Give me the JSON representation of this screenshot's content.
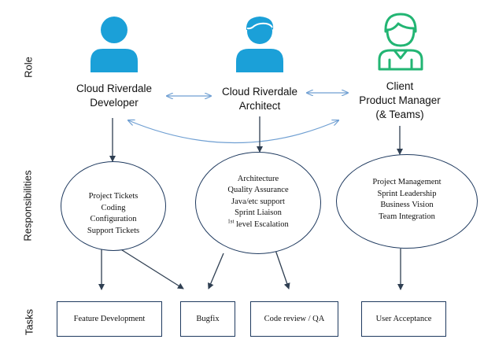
{
  "row_labels": {
    "role": "Role",
    "responsibilities": "Responsibilities",
    "tasks": "Tasks"
  },
  "colors": {
    "blue_person": "#1ba0d8",
    "green_person": "#22b573",
    "outline": "#1f3a5f",
    "arrow": "#2f3f52",
    "bi_arrow": "#6f9fd2"
  },
  "roles": [
    {
      "icon": "person-filled-blue",
      "lines": [
        "Cloud Riverdale",
        "Developer"
      ]
    },
    {
      "icon": "person-filled-blue-hair",
      "lines": [
        "Cloud Riverdale",
        "Architect"
      ]
    },
    {
      "icon": "person-outline-green",
      "lines": [
        "Client",
        "Product Manager",
        "(& Teams)"
      ]
    }
  ],
  "responsibilities": [
    {
      "items": [
        "Project Tickets",
        "Coding",
        "Configuration",
        "Support Tickets"
      ]
    },
    {
      "items": [
        "Architecture",
        "Quality Assurance",
        "Java/etc support",
        "Sprint Liaison"
      ],
      "escalation_sup": "1st",
      "escalation_text": " level Escalation"
    },
    {
      "items": [
        "Project Management",
        "Sprint Leadership",
        "Business Vision",
        "Team Integration"
      ]
    }
  ],
  "tasks": [
    "Feature Development",
    "Bugfix",
    "Code review / QA",
    "User Acceptance"
  ]
}
